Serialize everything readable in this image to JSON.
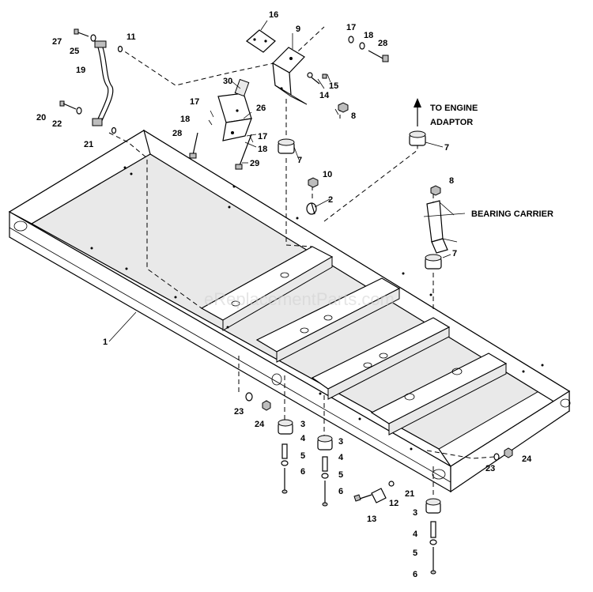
{
  "callouts": {
    "c1": "1",
    "c2": "2",
    "c3a": "3",
    "c3b": "3",
    "c3c": "3",
    "c4a": "4",
    "c4b": "4",
    "c4c": "4",
    "c5a": "5",
    "c5b": "5",
    "c5c": "5",
    "c6a": "6",
    "c6b": "6",
    "c6c": "6",
    "c7a": "7",
    "c7b": "7",
    "c7c": "7",
    "c8a": "8",
    "c8b": "8",
    "c9": "9",
    "c10": "10",
    "c11": "11",
    "c12": "12",
    "c13": "13",
    "c14": "14",
    "c15": "15",
    "c16": "16",
    "c17a": "17",
    "c17b": "17",
    "c17c": "17",
    "c18a": "18",
    "c18b": "18",
    "c18c": "18",
    "c19": "19",
    "c20": "20",
    "c21a": "21",
    "c21b": "21",
    "c22": "22",
    "c23a": "23",
    "c23b": "23",
    "c24a": "24",
    "c24b": "24",
    "c25": "25",
    "c26": "26",
    "c27": "27",
    "c28a": "28",
    "c28b": "28",
    "c29": "29",
    "c30": "30"
  },
  "notes": {
    "engine_line1": "TO ENGINE",
    "engine_line2": "ADAPTOR",
    "bearing_carrier": "BEARING CARRIER"
  },
  "watermark": "eReplacementParts.com",
  "colors": {
    "line": "#000000",
    "background": "#ffffff",
    "watermark": "#d0d0d0"
  }
}
